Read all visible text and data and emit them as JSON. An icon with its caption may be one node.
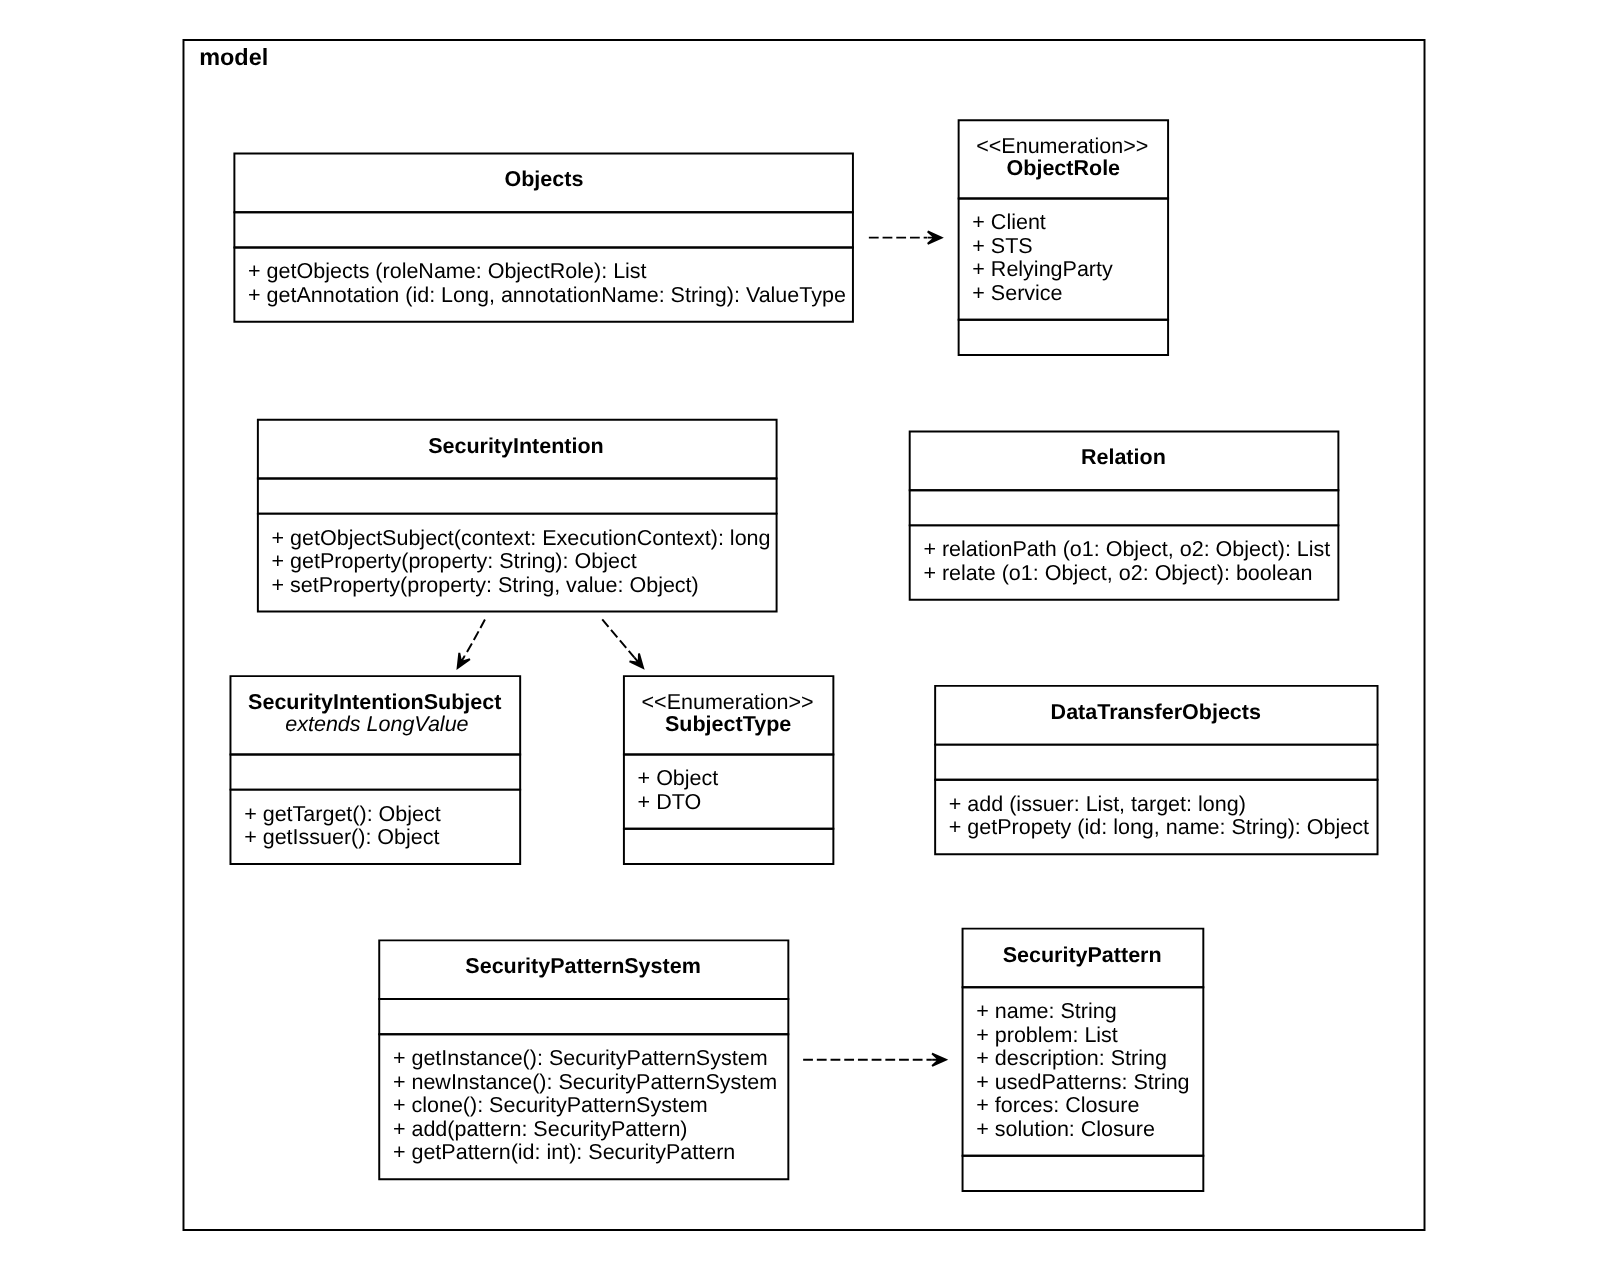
{
  "diagram": {
    "nodes": [
      {
        "text": [
          "model"
        ]
      },
      {
        "text": [
          "Objects",
          "+ getObjects (roleName: ObjectRole): List",
          "+ getAnnotation (id: Long, annotationName: String): ValueType"
        ],
        "in": 0
      },
      {
        "text": [
          "<<Enumeration>>",
          "ObjectRole",
          "+ Client",
          "+ STS",
          "+ RelyingParty",
          "+ Service"
        ],
        "in": 0
      },
      {
        "text": [
          "SecurityIntention",
          "+ getObjectSubject(context: ExecutionContext): long",
          "+ getProperty(property: String): Object",
          "+ setProperty(property: String, value: Object)"
        ],
        "in": 0
      },
      {
        "text": [
          "Relation",
          "+ relationPath (o1: Object, o2: Object): List",
          "+ relate (o1: Object, o2: Object): boolean"
        ],
        "in": 0
      },
      {
        "text": [
          "SecurityIntentionSubject",
          "extends LongValue",
          "+ getTarget(): Object",
          "+ getIssuer(): Object"
        ],
        "in": 0
      },
      {
        "text": [
          "<<Enumeration>>",
          "SubjectType",
          "+ Object",
          "+ DTO"
        ],
        "in": 0
      },
      {
        "text": [
          "DataTransferObjects",
          "+ add (issuer: List, target: long)",
          "+ getPropety (id: long, name: String): Object"
        ],
        "in": 0
      },
      {
        "text": [
          "SecurityPatternSystem",
          "+ getInstance(): SecurityPatternSystem",
          "+ newInstance(): SecurityPatternSystem",
          "+ clone(): SecurityPatternSystem",
          "+ add(pattern: SecurityPattern)",
          "+ getPattern(id: int): SecurityPattern"
        ],
        "in": 0
      },
      {
        "text": [
          "SecurityPattern",
          "+ name: String",
          "+ problem: List",
          "+ description: String",
          "+ usedPatterns: String",
          "+ forces: Closure",
          "+ solution: Closure"
        ],
        "in": 0
      }
    ],
    "edges": [
      {
        "from": 1,
        "to": 2,
        "arrow": "to",
        "style": "dashed"
      },
      {
        "from": 3,
        "to": 5,
        "arrow": "to",
        "style": "dashed"
      },
      {
        "from": 3,
        "to": 6,
        "arrow": "to",
        "style": "dashed"
      },
      {
        "from": 8,
        "to": 9,
        "arrow": "to",
        "style": "dashed"
      }
    ]
  }
}
